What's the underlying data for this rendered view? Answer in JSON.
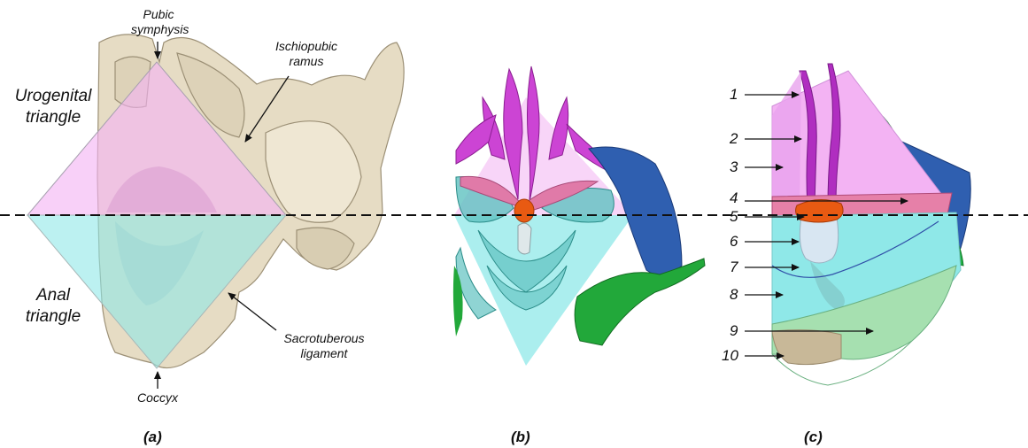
{
  "panel_a": {
    "pubic_symphysis": [
      "Pubic",
      "symphysis"
    ],
    "ischiopubic_ramus": [
      "Ischiopubic",
      "ramus"
    ],
    "urogenital_triangle": [
      "Urogenital",
      "triangle"
    ],
    "anal_triangle": [
      "Anal",
      "triangle"
    ],
    "sacrotuberous_ligament": [
      "Sacrotuberous",
      "ligament"
    ],
    "coccyx": "Coccyx",
    "caption": "(a)"
  },
  "panel_b": {
    "caption": "(b)"
  },
  "panel_c": {
    "numbers": [
      "1",
      "2",
      "3",
      "4",
      "5",
      "6",
      "7",
      "8",
      "9",
      "10"
    ],
    "caption": "(c)"
  },
  "colors": {
    "urogenital_overlay": "#f3b3f3",
    "anal_overlay": "#8fe8e8",
    "bone": "#e6dcc4",
    "muscle_magenta": "#cc33cc",
    "muscle_pink": "#e07aa8",
    "blue_muscle": "#2f5fb0",
    "green_muscle": "#22a83a",
    "orange_body": "#e85a12",
    "dash_line": "#111111"
  }
}
